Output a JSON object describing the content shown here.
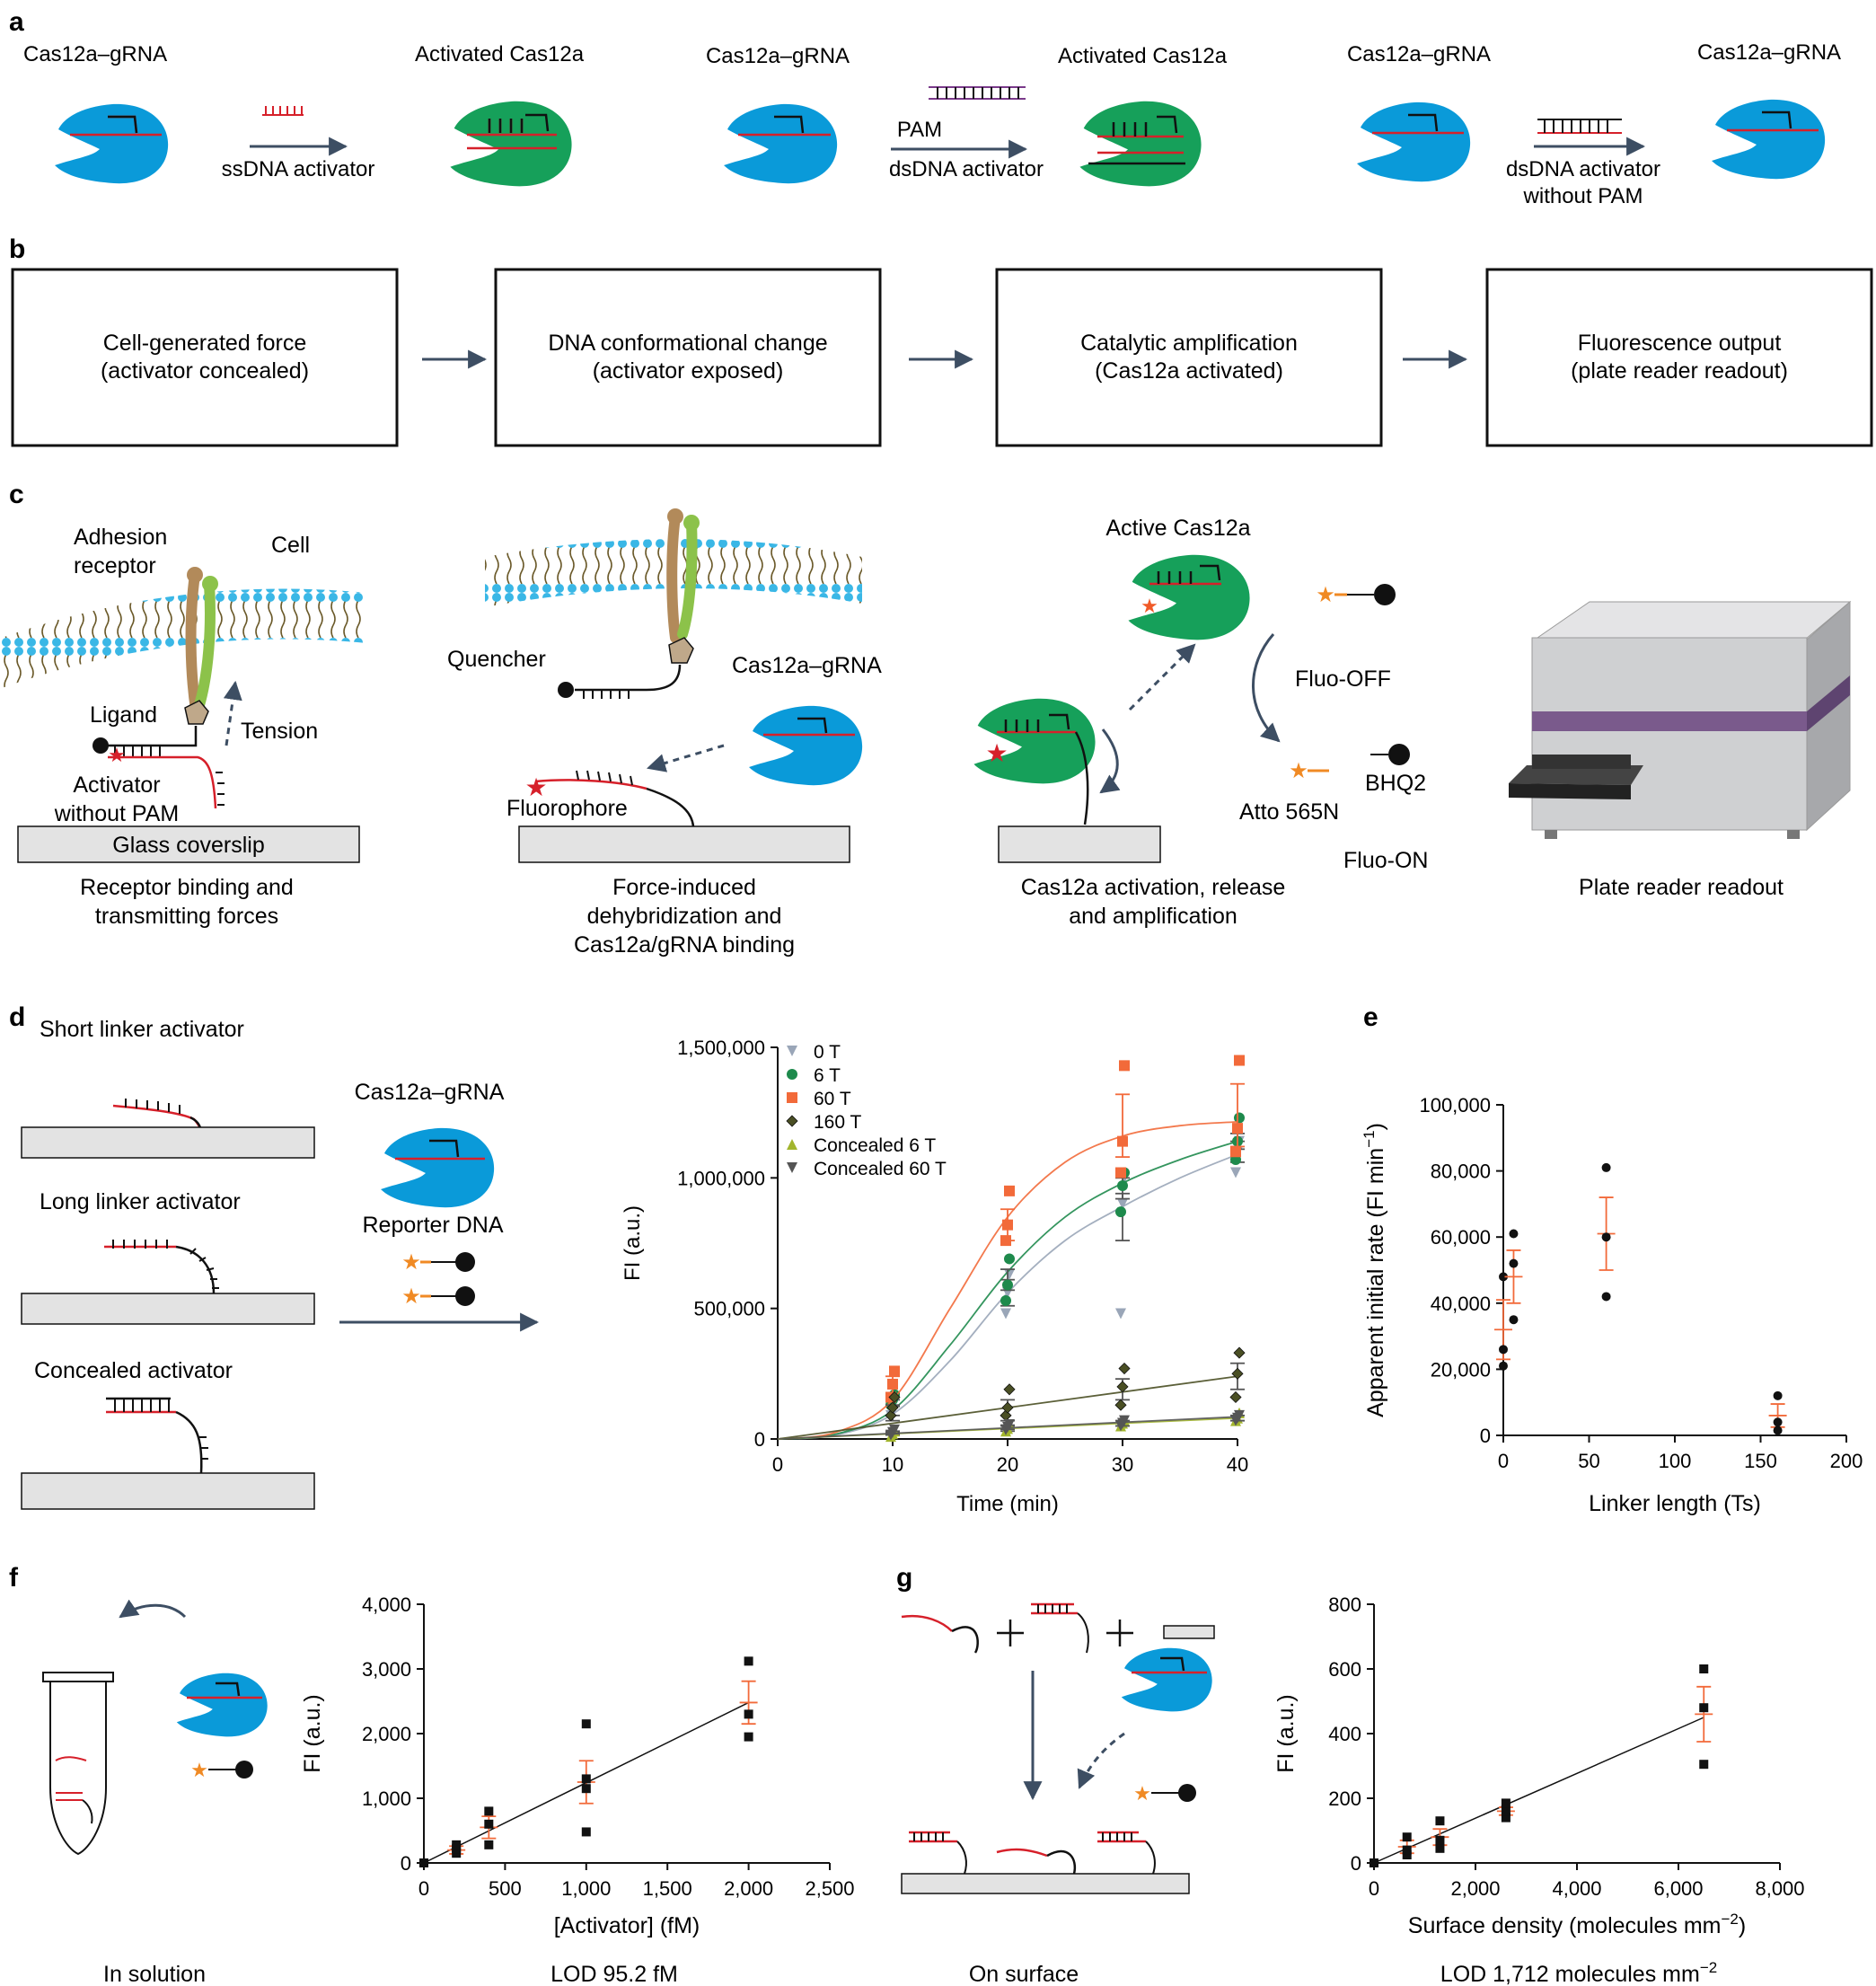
{
  "colors": {
    "cas_blue": "#0a9ad9",
    "cas_green": "#16a05a",
    "red_strand": "#d6202a",
    "arrow": "#3d4e63",
    "orange": "#f08a24",
    "fit_orange": "#f26a3a",
    "fit_green": "#1e8a6a",
    "membrane": "#3ab7e6"
  },
  "panel_a": {
    "label": "a",
    "t1_left": "Cas12a–gRNA",
    "t1_right": "Activated Cas12a",
    "t1_arrow": "ssDNA activator",
    "t2_left": "Cas12a–gRNA",
    "t2_right": "Activated Cas12a",
    "t2_pam": "PAM",
    "t2_arrow": "dsDNA activator",
    "t3_left": "Cas12a–gRNA",
    "t3_right": "Cas12a–gRNA",
    "t3_arrow_line1": "dsDNA activator",
    "t3_arrow_line2": "without PAM"
  },
  "panel_b": {
    "label": "b",
    "boxes": [
      {
        "l1": "Cell-generated force",
        "l2": "(activator concealed)"
      },
      {
        "l1": "DNA conformational change",
        "l2": "(activator exposed)"
      },
      {
        "l1": "Catalytic amplification",
        "l2": "(Cas12a activated)"
      },
      {
        "l1": "Fluorescence output",
        "l2": "(plate reader readout)"
      }
    ]
  },
  "panel_c": {
    "label": "c",
    "adhesion_l1": "Adhesion",
    "adhesion_l2": "receptor",
    "cell": "Cell",
    "ligand": "Ligand",
    "tension": "Tension",
    "activator_l1": "Activator",
    "activator_l2": "without PAM",
    "glass": "Glass coverslip",
    "cap1_l1": "Receptor binding and",
    "cap1_l2": "transmitting forces",
    "quencher": "Quencher",
    "cas_grna": "Cas12a–gRNA",
    "fluorophore": "Fluorophore",
    "cap2_l1": "Force-induced",
    "cap2_l2": "dehybridization and",
    "cap2_l3": "Cas12a/gRNA binding",
    "active_cas": "Active Cas12a",
    "fluo_off": "Fluo-OFF",
    "bhq2": "BHQ2",
    "atto": "Atto 565N",
    "fluo_on": "Fluo-ON",
    "cap3_l1": "Cas12a activation, release",
    "cap3_l2": "and amplification",
    "cap4": "Plate reader readout"
  },
  "panel_d": {
    "label": "d",
    "short": "Short linker activator",
    "long": "Long linker activator",
    "concealed": "Concealed activator",
    "cas_grna": "Cas12a–gRNA",
    "reporter": "Reporter DNA"
  },
  "panel_e": {
    "label": "e"
  },
  "panel_f": {
    "label": "f",
    "caption": "In solution",
    "lod": "LOD 95.2 fM"
  },
  "panel_g": {
    "label": "g",
    "caption": "On surface",
    "lod_prefix": "LOD 1,712 molecules mm",
    "lod_sup": "−2"
  },
  "chart_data": [
    {
      "id": "d",
      "type": "line",
      "xlabel": "Time (min)",
      "ylabel": "FI (a.u.)",
      "xlim": [
        0,
        40
      ],
      "ylim": [
        0,
        1500000
      ],
      "xticks": [
        0,
        10,
        20,
        30,
        40
      ],
      "xtick_labels": [
        "0",
        "10",
        "20",
        "30",
        "40"
      ],
      "yticks": [
        0,
        500000,
        1000000,
        1500000
      ],
      "ytick_labels": [
        "0",
        "500,000",
        "1,000,000",
        "1,500,000"
      ],
      "legend_position": "top-left",
      "x": [
        10,
        20,
        30,
        40
      ],
      "series": [
        {
          "name": "0 T",
          "color": "#9aa6b8",
          "marker": "tri-down",
          "mean": [
            120000,
            560000,
            850000,
            1100000
          ],
          "sd": [
            30000,
            50000,
            90000,
            40000
          ],
          "points": [
            [
              90000,
              130000,
              140000
            ],
            [
              480000,
              560000,
              630000
            ],
            [
              480000,
              900000,
              1000000
            ],
            [
              1020000,
              1100000,
              1140000
            ]
          ],
          "fit": [
            [
              0,
              0
            ],
            [
              5,
              15000
            ],
            [
              10,
              95000
            ],
            [
              15,
              300000
            ],
            [
              20,
              560000
            ],
            [
              25,
              760000
            ],
            [
              30,
              890000
            ],
            [
              35,
              1000000
            ],
            [
              40,
              1090000
            ]
          ]
        },
        {
          "name": "6 T",
          "color": "#1e8a4c",
          "marker": "circle",
          "mean": [
            150000,
            610000,
            960000,
            1140000
          ],
          "sd": [
            25000,
            40000,
            40000,
            30000
          ],
          "points": [
            [
              130000,
              150000,
              170000
            ],
            [
              530000,
              590000,
              690000
            ],
            [
              870000,
              970000,
              1020000
            ],
            [
              1070000,
              1140000,
              1230000
            ]
          ],
          "fit": [
            [
              0,
              0
            ],
            [
              5,
              18000
            ],
            [
              10,
              110000
            ],
            [
              15,
              360000
            ],
            [
              20,
              640000
            ],
            [
              25,
              850000
            ],
            [
              30,
              980000
            ],
            [
              35,
              1070000
            ],
            [
              40,
              1140000
            ]
          ]
        },
        {
          "name": "60 T",
          "color": "#f26a3a",
          "marker": "square",
          "mean": [
            200000,
            820000,
            1200000,
            1240000
          ],
          "sd": [
            40000,
            60000,
            120000,
            120000
          ],
          "points": [
            [
              160000,
              210000,
              260000
            ],
            [
              760000,
              820000,
              950000
            ],
            [
              1020000,
              1140000,
              1430000
            ],
            [
              1100000,
              1190000,
              1450000
            ]
          ],
          "fit": [
            [
              0,
              0
            ],
            [
              5,
              25000
            ],
            [
              10,
              150000
            ],
            [
              15,
              500000
            ],
            [
              20,
              850000
            ],
            [
              25,
              1060000
            ],
            [
              30,
              1160000
            ],
            [
              35,
              1200000
            ],
            [
              40,
              1215000
            ]
          ]
        },
        {
          "name": "160 T",
          "color": "#4a4f24",
          "marker": "diamond",
          "mean": [
            100000,
            110000,
            190000,
            240000
          ],
          "sd": [
            30000,
            40000,
            40000,
            50000
          ],
          "points": [
            [
              90000,
              120000,
              160000
            ],
            [
              90000,
              120000,
              190000
            ],
            [
              130000,
              200000,
              270000
            ],
            [
              160000,
              250000,
              330000
            ]
          ],
          "fit": [
            [
              0,
              0
            ],
            [
              40,
              240000
            ]
          ]
        },
        {
          "name": "Concealed 6 T",
          "color": "#a2b52d",
          "marker": "tri-up",
          "mean": [
            20000,
            40000,
            60000,
            80000
          ],
          "sd": [
            5000,
            10000,
            10000,
            10000
          ],
          "points": [
            [
              10000,
              20000,
              30000
            ],
            [
              30000,
              40000,
              55000
            ],
            [
              50000,
              60000,
              70000
            ],
            [
              70000,
              80000,
              100000
            ]
          ],
          "fit": [
            [
              0,
              0
            ],
            [
              40,
              80000
            ]
          ]
        },
        {
          "name": "Concealed 60 T",
          "color": "#555555",
          "marker": "tri-down",
          "mean": [
            25000,
            45000,
            60000,
            80000
          ],
          "sd": [
            5000,
            8000,
            10000,
            10000
          ],
          "points": [
            [
              15000,
              25000,
              35000
            ],
            [
              35000,
              45000,
              55000
            ],
            [
              50000,
              60000,
              70000
            ],
            [
              70000,
              80000,
              90000
            ]
          ],
          "fit": [
            [
              0,
              0
            ],
            [
              40,
              85000
            ]
          ]
        }
      ]
    },
    {
      "id": "e",
      "type": "scatter",
      "xlabel": "Linker length (Ts)",
      "ylabel": "Apparent initial rate (FI min",
      "ylabel_sup": "−1",
      "ylabel_end": ")",
      "xlim": [
        0,
        200
      ],
      "ylim": [
        0,
        100000
      ],
      "xticks": [
        0,
        50,
        100,
        150,
        200
      ],
      "xtick_labels": [
        "0",
        "50",
        "100",
        "150",
        "200"
      ],
      "yticks": [
        0,
        20000,
        40000,
        60000,
        80000,
        100000
      ],
      "ytick_labels": [
        "0",
        "20,000",
        "40,000",
        "60,000",
        "80,000",
        "100,000"
      ],
      "groups": [
        {
          "x": 0,
          "mean": 32000,
          "sd": 9000,
          "points": [
            21000,
            26000,
            48000
          ]
        },
        {
          "x": 6,
          "mean": 48000,
          "sd": 8000,
          "points": [
            35000,
            52000,
            61000
          ]
        },
        {
          "x": 60,
          "mean": 61000,
          "sd": 11000,
          "points": [
            42000,
            60000,
            81000
          ]
        },
        {
          "x": 160,
          "mean": 6000,
          "sd": 3500,
          "points": [
            1500,
            4000,
            12000
          ]
        }
      ]
    },
    {
      "id": "f",
      "type": "scatter",
      "xlabel": "[Activator] (fM)",
      "ylabel": "FI (a.u.)",
      "xlim": [
        0,
        2500
      ],
      "ylim": [
        0,
        4000
      ],
      "xticks": [
        0,
        500,
        1000,
        1500,
        2000,
        2500
      ],
      "xtick_labels": [
        "0",
        "500",
        "1,000",
        "1,500",
        "2,000",
        "2,500"
      ],
      "yticks": [
        0,
        1000,
        2000,
        3000,
        4000
      ],
      "ytick_labels": [
        "0",
        "1,000",
        "2,000",
        "3,000",
        "4,000"
      ],
      "groups": [
        {
          "x": 0,
          "mean": 0,
          "sd": 0,
          "points": [
            0
          ]
        },
        {
          "x": 200,
          "mean": 200,
          "sd": 60,
          "points": [
            150,
            220,
            280
          ]
        },
        {
          "x": 400,
          "mean": 550,
          "sd": 170,
          "points": [
            280,
            600,
            800
          ]
        },
        {
          "x": 1000,
          "mean": 1250,
          "sd": 330,
          "points": [
            480,
            1150,
            1300,
            2150
          ]
        },
        {
          "x": 2000,
          "mean": 2480,
          "sd": 330,
          "points": [
            1950,
            2300,
            3120
          ]
        }
      ],
      "fit": [
        [
          0,
          0
        ],
        [
          2000,
          2480
        ]
      ]
    },
    {
      "id": "g",
      "type": "scatter",
      "xlabel": "Surface density (molecules mm",
      "xlabel_sup": "−2",
      "xlabel_end": ")",
      "ylabel": "FI (a.u.)",
      "xlim": [
        0,
        8000
      ],
      "ylim": [
        0,
        800
      ],
      "xticks": [
        0,
        2000,
        4000,
        6000,
        8000
      ],
      "xtick_labels": [
        "0",
        "2,000",
        "4,000",
        "6,000",
        "8,000"
      ],
      "yticks": [
        0,
        200,
        400,
        600,
        800
      ],
      "ytick_labels": [
        "0",
        "200",
        "400",
        "600",
        "800"
      ],
      "groups": [
        {
          "x": 0,
          "mean": 0,
          "sd": 0,
          "points": [
            0
          ]
        },
        {
          "x": 650,
          "mean": 50,
          "sd": 20,
          "points": [
            25,
            40,
            80
          ]
        },
        {
          "x": 1300,
          "mean": 80,
          "sd": 25,
          "points": [
            45,
            70,
            130
          ]
        },
        {
          "x": 2600,
          "mean": 160,
          "sd": 12,
          "points": [
            140,
            160,
            185
          ]
        },
        {
          "x": 6500,
          "mean": 460,
          "sd": 85,
          "points": [
            305,
            480,
            600
          ]
        }
      ],
      "fit": [
        [
          0,
          0
        ],
        [
          6500,
          450
        ]
      ]
    }
  ]
}
